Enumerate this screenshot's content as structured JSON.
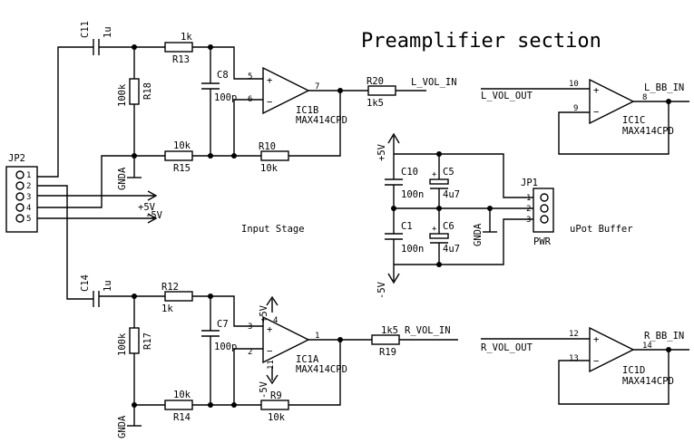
{
  "title": "Preamplifier section",
  "sections": {
    "input_stage": "Input Stage",
    "upot_buffer": "uPot Buffer"
  },
  "components": {
    "C11": {
      "ref": "C11",
      "value": "1u"
    },
    "C14": {
      "ref": "C14",
      "value": "1u"
    },
    "R13": {
      "ref": "R13",
      "value": "1k"
    },
    "R12": {
      "ref": "R12",
      "value": "1k"
    },
    "R18": {
      "ref": "R18",
      "value": "100k"
    },
    "R17": {
      "ref": "R17",
      "value": "100k"
    },
    "R15": {
      "ref": "R15",
      "value": "10k"
    },
    "R14": {
      "ref": "R14",
      "value": "10k"
    },
    "R10": {
      "ref": "R10",
      "value": "10k"
    },
    "R9": {
      "ref": "R9",
      "value": "10k"
    },
    "C8": {
      "ref": "C8",
      "value": "100p"
    },
    "C7": {
      "ref": "C7",
      "value": "100p"
    },
    "R20": {
      "ref": "R20",
      "value": "1k5"
    },
    "R19": {
      "ref": "R19",
      "value": "1k5"
    },
    "IC1B": {
      "ref": "IC1B",
      "part": "MAX414CPD",
      "pin_plus": "5",
      "pin_minus": "6",
      "pin_out": "7"
    },
    "IC1A": {
      "ref": "IC1A",
      "part": "MAX414CPD",
      "pin_plus": "3",
      "pin_minus": "2",
      "pin_out": "1",
      "pin_vp": "4",
      "pin_vn": "11"
    },
    "IC1C": {
      "ref": "IC1C",
      "part": "MAX414CPD",
      "pin_plus": "10",
      "pin_minus": "9",
      "pin_out": "8"
    },
    "IC1D": {
      "ref": "IC1D",
      "part": "MAX414CPD",
      "pin_plus": "12",
      "pin_minus": "13",
      "pin_out": "14"
    },
    "C10": {
      "ref": "C10",
      "value": "100n"
    },
    "C1": {
      "ref": "C1",
      "value": "100n"
    },
    "C5": {
      "ref": "C5",
      "value": "4u7"
    },
    "C6": {
      "ref": "C6",
      "value": "4u7"
    },
    "JP1": {
      "ref": "JP1",
      "label": "PWR",
      "pins": [
        "1",
        "2",
        "3"
      ]
    },
    "JP2": {
      "ref": "JP2",
      "pins": [
        "1",
        "2",
        "3",
        "4",
        "5"
      ]
    }
  },
  "nets": {
    "l_vol_in": "L_VOL_IN",
    "r_vol_in": "R_VOL_IN",
    "l_vol_out": "L_VOL_OUT",
    "r_vol_out": "R_VOL_OUT",
    "l_bb_in": "L_BB_IN",
    "r_bb_in": "R_BB_IN",
    "gnda": "GNDA",
    "plus5v": "+5V",
    "minus5v": "-5V",
    "plus5v_jp": "+5V",
    "minus5v_jp": "-5V"
  },
  "colors": {
    "ink": "#000000",
    "paper": "#ffffff"
  }
}
